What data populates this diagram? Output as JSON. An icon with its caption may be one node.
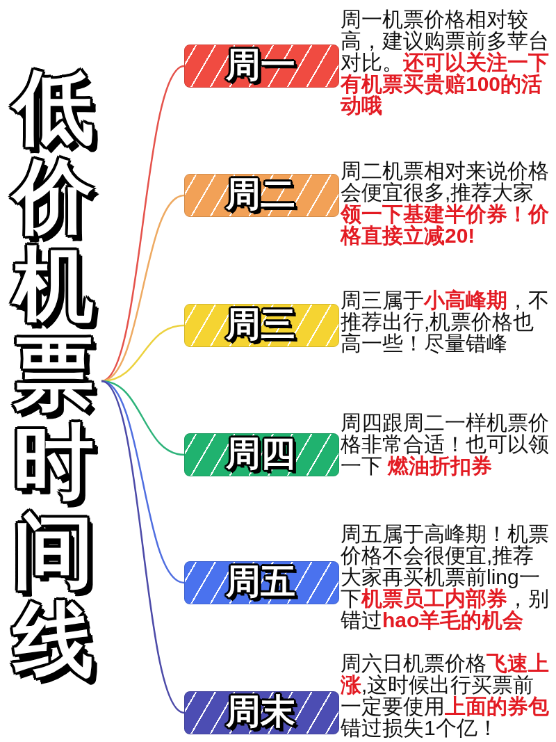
{
  "diagram": {
    "nodes": [
      {
        "text": [
          "低价机票时间线"
        ]
      },
      {
        "text": [
          "周一"
        ],
        "beside": [
          "周一机票价格相对较高，建议购票前多苹台对比。**还可以关注一下有机票买贵赔100的活动哦**"
        ]
      },
      {
        "text": [
          "周二"
        ],
        "beside": [
          "周二机票相对来说价格会便宜很多,推荐大家**领一下基建半价券！价格直接立减20!**"
        ]
      },
      {
        "text": [
          "周三"
        ],
        "beside": [
          "周三属于**小高峰期**，不推荐出行,机票价格也高一些！尽量错峰"
        ]
      },
      {
        "text": [
          "周四"
        ],
        "beside": [
          "周四跟周二一样机票价格非常合适！也可以领一下 **燃油折扣券**"
        ]
      },
      {
        "text": [
          "周五"
        ],
        "beside": [
          "周五属于高峰期！机票价格不会很便宜,推荐大家再买机票前ling一下**机票员工内部券**，别错过**hao羊毛的机会**"
        ]
      },
      {
        "text": [
          "周末"
        ],
        "beside": [
          "周六日机票价格**飞速上涨**,这时候出行买票前一定要使用**上面的券包**错过损失1个亿！"
        ]
      }
    ],
    "edges": [
      {
        "from": 0,
        "to": 1,
        "arrow": "none",
        "color": "#e5524b"
      },
      {
        "from": 0,
        "to": 2,
        "arrow": "none",
        "color": "#eeaa62"
      },
      {
        "from": 0,
        "to": 3,
        "arrow": "none",
        "color": "#ecd240"
      },
      {
        "from": 0,
        "to": 4,
        "arrow": "none",
        "color": "#2db37a"
      },
      {
        "from": 0,
        "to": 5,
        "arrow": "none",
        "color": "#4f6ee0"
      },
      {
        "from": 0,
        "to": 6,
        "arrow": "none",
        "color": "#4c4aa8"
      }
    ]
  }
}
